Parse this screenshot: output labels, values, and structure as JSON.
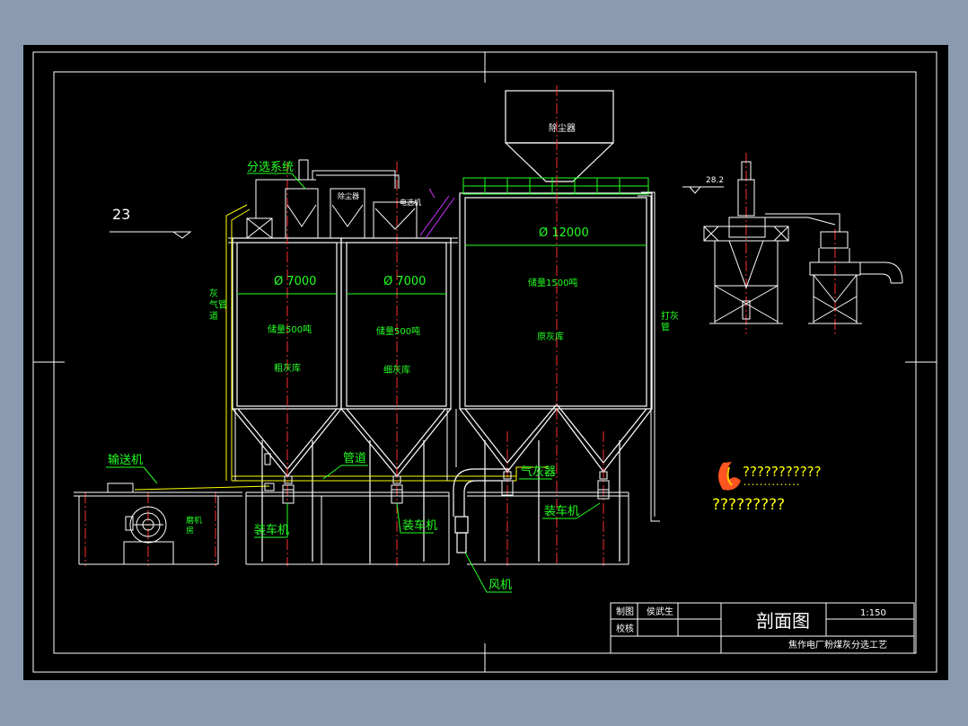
{
  "labels": {
    "separation_system": "分选系统",
    "level_23": "23",
    "gas_pipe_side": "灰\n气管\n道",
    "dust_collector_top": "除尘器",
    "dust_collector_small": "除尘器",
    "electric_separator": "电选机",
    "dia_left": "Ø 7000",
    "dia_mid": "Ø 7000",
    "dia_right": "Ø 12000",
    "storage_left": "储量500吨",
    "storage_mid": "储量500吨",
    "storage_right": "储量1500吨",
    "silo_left_name": "粗灰库",
    "silo_mid_name": "细灰库",
    "silo_right_name": "原灰库",
    "conveyor": "输送机",
    "pipeline": "管道",
    "gas_ash_device": "气灰器",
    "loader_left": "装车机",
    "loader_mid": "装车机",
    "loader_right": "装车机",
    "mill_room": "磨机\n房",
    "fan": "风机",
    "blow_ash_pipe": "打灰\n管",
    "level_28": "28.2",
    "watermark_top": "???????????",
    "watermark_small": "• • • • • • • • • • • • • •",
    "watermark_bottom": "?????????"
  },
  "title_block": {
    "row1_col1": "制图",
    "row1_col2": "侯武生",
    "row2_col1": "校核",
    "drawing_name": "剖面图",
    "scale": "1:150",
    "project": "焦作电厂粉煤灰分选工艺"
  },
  "colors": {
    "line_white": "#ffffff",
    "line_green": "#22ff22",
    "line_yellow": "#ffff00",
    "line_red": "#ff3030",
    "line_magenta": "#cc33ff",
    "background": "#000000",
    "outer_bg": "#8a9bb0"
  }
}
